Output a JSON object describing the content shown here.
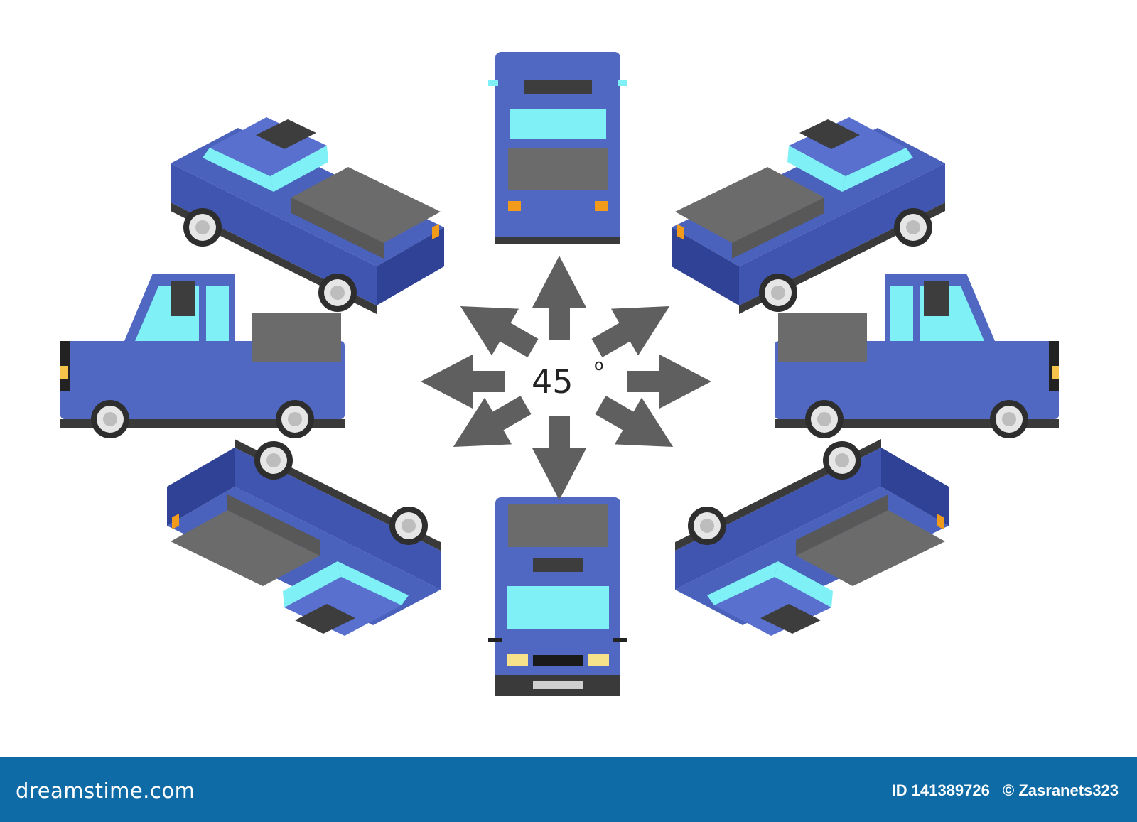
{
  "center_label": {
    "angle": "45",
    "degree": "o"
  },
  "footer": {
    "brand": "dreamstime.com",
    "id_text": "ID 141389726",
    "author": "Zasranets323"
  },
  "colors": {
    "truck_body": "#5168c2",
    "truck_dark": "#3a4fa5",
    "glass": "#7ff0f6",
    "bed_interior": "#6e6e6e",
    "arrow": "#5f5f5f",
    "footer_bg": "#0e6ba6"
  },
  "truck_views": [
    "rear-left",
    "rear",
    "rear-right",
    "left",
    "right",
    "front-left",
    "front",
    "front-right"
  ]
}
